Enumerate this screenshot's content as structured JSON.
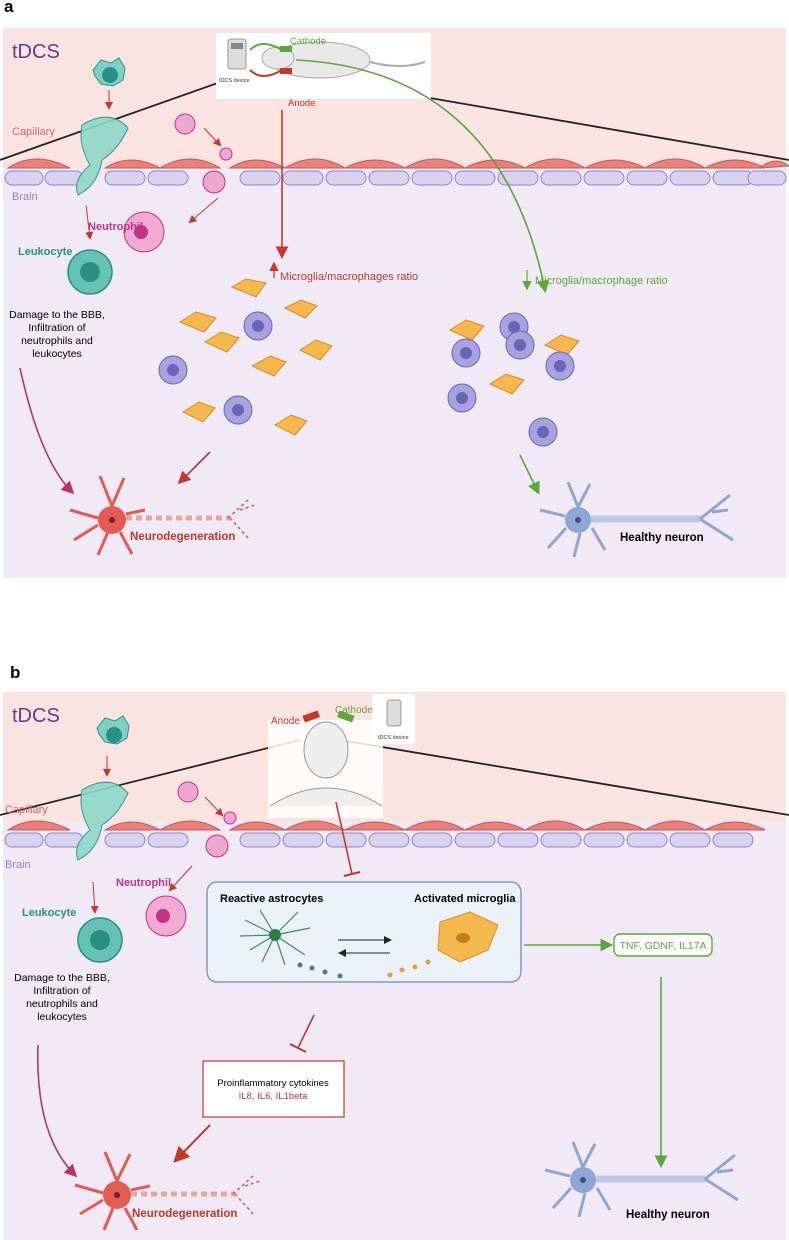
{
  "panel_a": {
    "letter": "a",
    "title": "tDCS",
    "device_label": "tDCS device",
    "cathode": "Cathode",
    "anode": "Anode",
    "capillary": "Capillary",
    "brain": "Brain",
    "neutrophil": "Neutrophil",
    "leukocyte": "Leukocyte",
    "damage": [
      "Damage to the BBB,",
      "Infiltration of",
      "neutrophils and",
      "leukocytes"
    ],
    "ratio_up": "Microglia/macrophages ratio",
    "ratio_down": "Microglia/macrophage ratio",
    "neurodegeneration": "Neurodegeneration",
    "healthy": "Healthy neuron"
  },
  "panel_b": {
    "letter": "b",
    "title": "tDCS",
    "device_label": "tDCS device",
    "cathode": "Cathode",
    "anode": "Anode",
    "capillary": "Capillary",
    "brain": "Brain",
    "neutrophil": "Neutrophil",
    "leukocyte": "Leukocyte",
    "damage": [
      "Damage to the BBB,",
      "Infiltration of",
      "neutrophils and",
      "leukocytes"
    ],
    "reactive_astrocytes": "Reactive astrocytes",
    "activated_microglia": "Activated microglia",
    "factors": "TNF, GDNF, IL17A",
    "cytokines_title": "Proinflammatory cytokines",
    "cytokines_list": "IL8, IL6, IL1beta",
    "neurodegeneration": "Neurodegeneration",
    "healthy": "Healthy neuron"
  },
  "colors": {
    "bg_top": "#fbe3e1",
    "bg_brain": "#f1e9f6",
    "teal": "#2a8f86",
    "magenta": "#c0338a",
    "red": "#c0392b",
    "green": "#5aa83a",
    "purple_title": "#5b3f8c",
    "orange": "#f5b84f",
    "microglia_purple": "#8d88d0"
  }
}
